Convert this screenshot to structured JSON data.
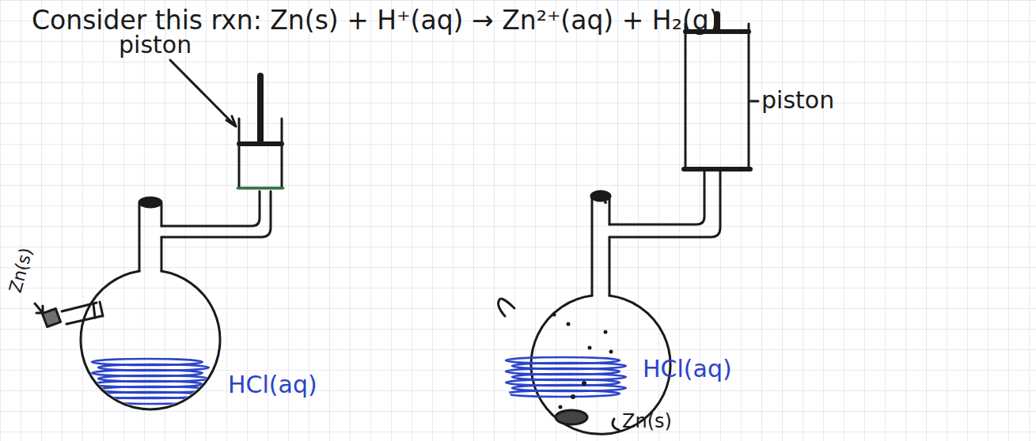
{
  "diagram": {
    "title": "Consider this rxn: Zn(s) + H⁺(aq) → Zn²⁺(aq) + H₂(g)",
    "labels": [
      "piston",
      "piston",
      "Zn(s)",
      "HCl(aq)",
      "HCl(aq)",
      "Zn(s)"
    ]
  }
}
